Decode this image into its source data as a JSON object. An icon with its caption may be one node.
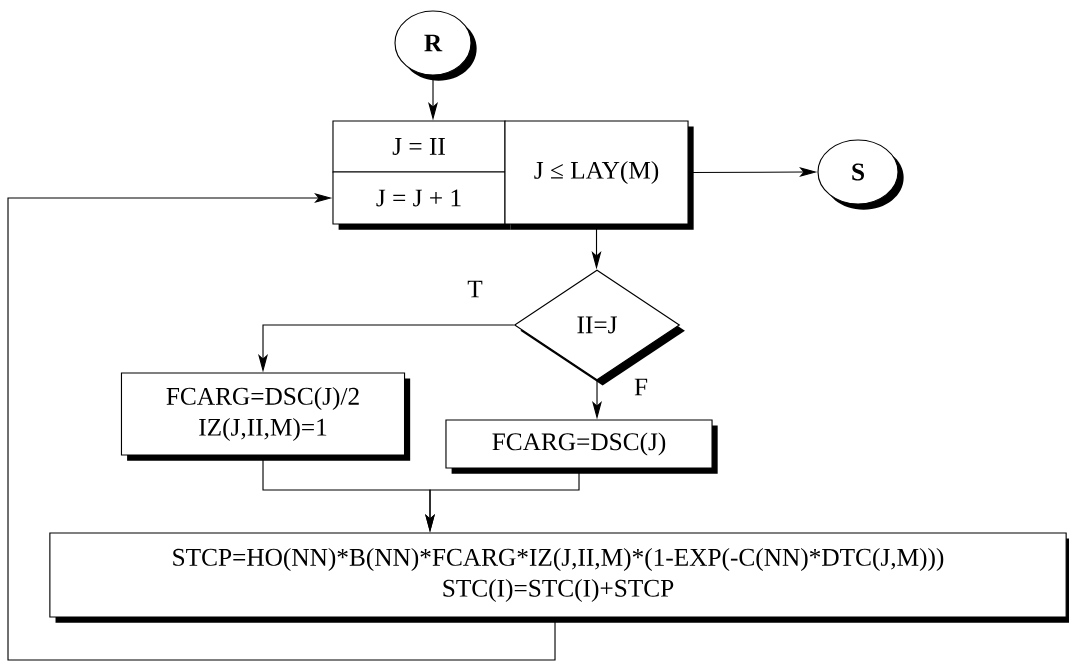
{
  "diagram": {
    "nodes": [
      {
        "text": [
          "R"
        ]
      },
      {
        "text": [
          "J = II"
        ]
      },
      {
        "text": [
          "J = J + 1"
        ]
      },
      {
        "text": [
          "J ≤ LAY(M)"
        ]
      },
      {
        "text": [
          "S"
        ]
      },
      {
        "text": [
          "II=J"
        ]
      },
      {
        "text": [
          "FCARG=DSC(J)/2",
          "IZ(J,II,M)=1"
        ]
      },
      {
        "text": [
          "FCARG=DSC(J)"
        ]
      },
      {
        "text": [
          "STCP=HO(NN)*B(NN)*FCARG*IZ(J,II,M)*(1-EXP(-C(NN)*DTC(J,M)))",
          "STC(I)=STC(I)+STCP"
        ]
      }
    ],
    "edges": [
      {
        "from": 0,
        "to": 1,
        "arrow": "to"
      },
      {
        "from": 3,
        "to": 4,
        "arrow": "to"
      },
      {
        "from": 3,
        "to": 5,
        "arrow": "to"
      },
      {
        "from": 5,
        "to": 6,
        "arrow": "to",
        "label": "T"
      },
      {
        "from": 5,
        "to": 7,
        "arrow": "to",
        "label": "F"
      },
      {
        "from": 6,
        "to": 8,
        "arrow": "to"
      },
      {
        "from": 7,
        "to": 8,
        "arrow": "to"
      },
      {
        "from": 8,
        "to": 2,
        "arrow": "to"
      }
    ]
  }
}
